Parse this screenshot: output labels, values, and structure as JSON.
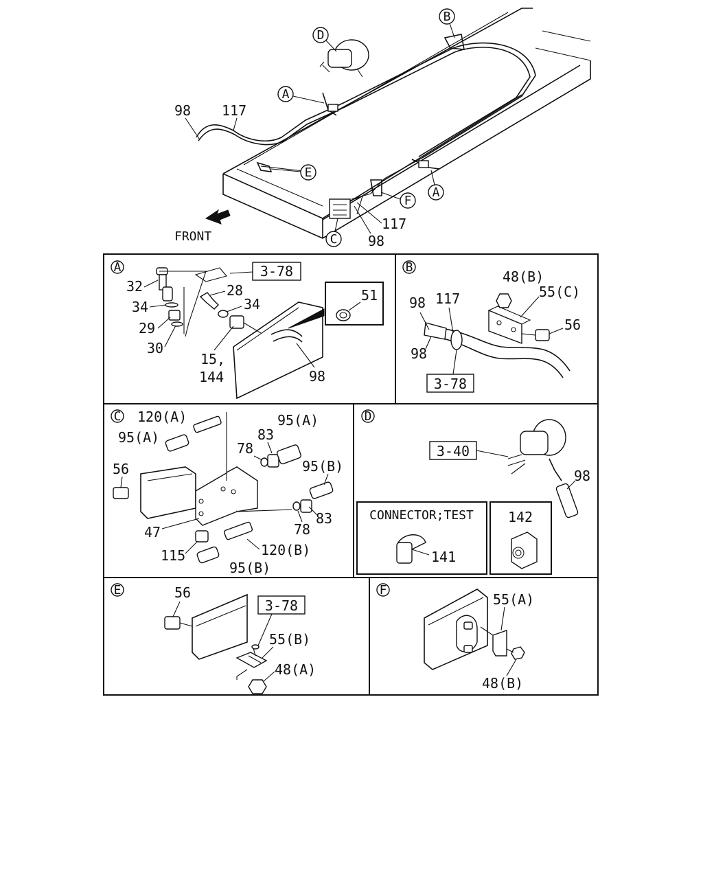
{
  "overview": {
    "callouts": [
      "D",
      "B",
      "A",
      "E",
      "A",
      "F",
      "C"
    ],
    "labels": [
      "98",
      "117",
      "117",
      "98"
    ],
    "front_label": "FRONT"
  },
  "panel_a": {
    "letter": "A",
    "parts": [
      "32",
      "34",
      "29",
      "30",
      "28",
      "34",
      "51",
      "15,",
      "144",
      "98"
    ],
    "ref": "3-78"
  },
  "panel_b": {
    "letter": "B",
    "parts": [
      "48(B)",
      "98",
      "117",
      "55(C)",
      "56",
      "98"
    ],
    "ref": "3-78"
  },
  "panel_c": {
    "letter": "C",
    "parts": [
      "120(A)",
      "95(A)",
      "95(A)",
      "83",
      "78",
      "56",
      "95(B)",
      "47",
      "78",
      "83",
      "115",
      "120(B)",
      "95(B)"
    ]
  },
  "panel_d": {
    "letter": "D",
    "ref": "3-40",
    "parts": [
      "98"
    ],
    "connector_title": "CONNECTOR;TEST",
    "connector_part": "141",
    "box_part": "142"
  },
  "panel_e": {
    "letter": "E",
    "parts": [
      "56",
      "55(B)",
      "48(A)"
    ],
    "ref": "3-78"
  },
  "panel_f": {
    "letter": "F",
    "parts": [
      "55(A)",
      "48(B)"
    ]
  }
}
